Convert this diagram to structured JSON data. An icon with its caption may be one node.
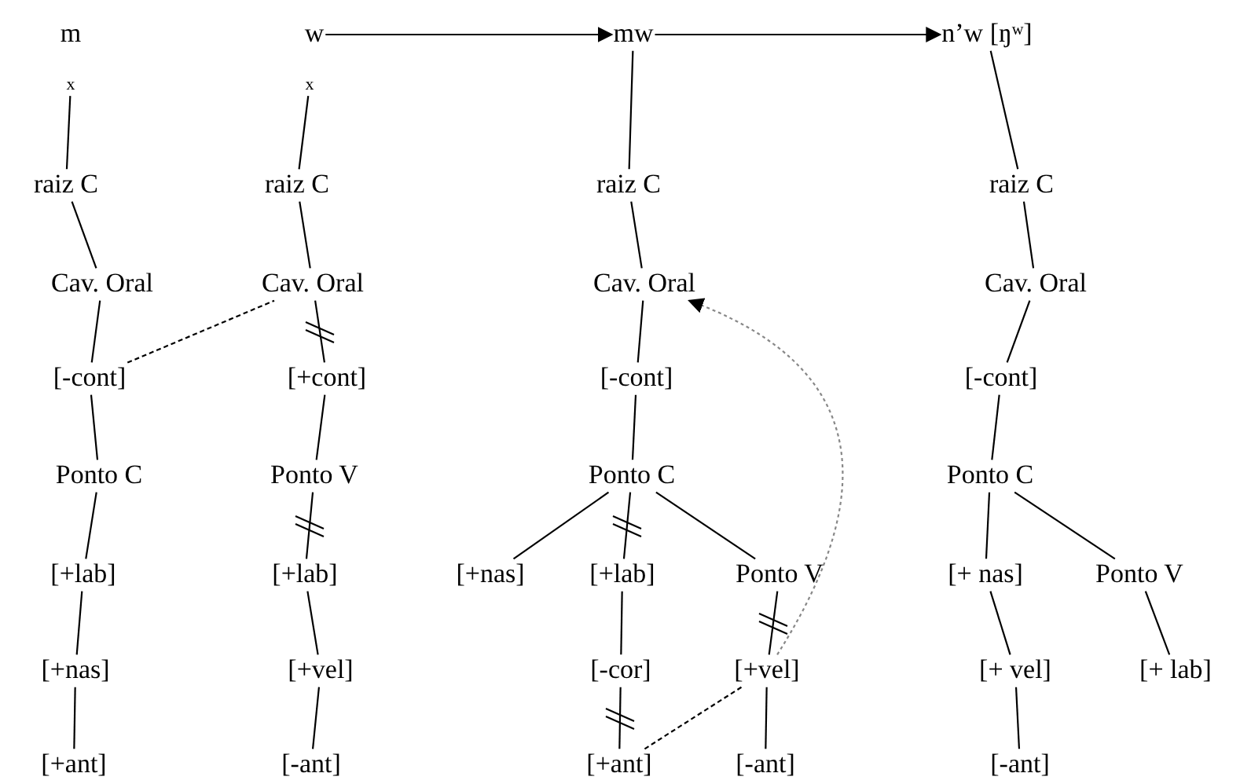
{
  "diagram": {
    "nodes": [
      {
        "text": [
          "m"
        ]
      },
      {
        "text": [
          "x"
        ]
      },
      {
        "text": [
          "raiz C"
        ]
      },
      {
        "text": [
          "Cav. Oral"
        ]
      },
      {
        "text": [
          "[-cont]"
        ]
      },
      {
        "text": [
          "Ponto C"
        ]
      },
      {
        "text": [
          "[+lab]"
        ]
      },
      {
        "text": [
          "[+nas]"
        ]
      },
      {
        "text": [
          "[+ant]"
        ]
      },
      {
        "text": [
          "w"
        ]
      },
      {
        "text": [
          "x"
        ]
      },
      {
        "text": [
          "raiz C"
        ]
      },
      {
        "text": [
          "Cav. Oral"
        ]
      },
      {
        "text": [
          "[+cont]"
        ]
      },
      {
        "text": [
          "Ponto V"
        ]
      },
      {
        "text": [
          "[+lab]"
        ]
      },
      {
        "text": [
          "[+vel]"
        ]
      },
      {
        "text": [
          "[-ant]"
        ]
      },
      {
        "text": [
          "mw"
        ]
      },
      {
        "text": [
          "raiz C"
        ]
      },
      {
        "text": [
          "Cav. Oral"
        ]
      },
      {
        "text": [
          "[-cont]"
        ]
      },
      {
        "text": [
          "Ponto C"
        ]
      },
      {
        "text": [
          "[+nas]"
        ]
      },
      {
        "text": [
          "[+lab]"
        ]
      },
      {
        "text": [
          "Ponto V"
        ]
      },
      {
        "text": [
          "[-cor]"
        ]
      },
      {
        "text": [
          "[+vel]"
        ]
      },
      {
        "text": [
          "[+ant]"
        ]
      },
      {
        "text": [
          "[-ant]"
        ]
      },
      {
        "text": [
          "n’w [ŋʷ]"
        ]
      },
      {
        "text": [
          "raiz C"
        ]
      },
      {
        "text": [
          "Cav. Oral"
        ]
      },
      {
        "text": [
          "[-cont]"
        ]
      },
      {
        "text": [
          "Ponto C"
        ]
      },
      {
        "text": [
          "[+ nas]"
        ]
      },
      {
        "text": [
          "Ponto V"
        ]
      },
      {
        "text": [
          "[+ vel]"
        ]
      },
      {
        "text": [
          "[+ lab]"
        ]
      },
      {
        "text": [
          "[-ant]"
        ]
      }
    ],
    "edges": [
      {
        "from": 1,
        "to": 2,
        "arrow": "none"
      },
      {
        "from": 2,
        "to": 3,
        "arrow": "none"
      },
      {
        "from": 3,
        "to": 4,
        "arrow": "none"
      },
      {
        "from": 4,
        "to": 5,
        "arrow": "none"
      },
      {
        "from": 5,
        "to": 6,
        "arrow": "none"
      },
      {
        "from": 6,
        "to": 7,
        "arrow": "none"
      },
      {
        "from": 7,
        "to": 8,
        "arrow": "none"
      },
      {
        "from": 4,
        "to": 12,
        "arrow": "none",
        "style": "dashed"
      },
      {
        "from": 10,
        "to": 11,
        "arrow": "none"
      },
      {
        "from": 11,
        "to": 12,
        "arrow": "none"
      },
      {
        "from": 12,
        "to": 13,
        "arrow": "none"
      },
      {
        "from": 13,
        "to": 14,
        "arrow": "none"
      },
      {
        "from": 14,
        "to": 15,
        "arrow": "none"
      },
      {
        "from": 15,
        "to": 16,
        "arrow": "none"
      },
      {
        "from": 16,
        "to": 17,
        "arrow": "none"
      },
      {
        "from": 9,
        "to": 18,
        "arrow": "to"
      },
      {
        "from": 18,
        "to": 19,
        "arrow": "none"
      },
      {
        "from": 19,
        "to": 20,
        "arrow": "none"
      },
      {
        "from": 20,
        "to": 21,
        "arrow": "none"
      },
      {
        "from": 21,
        "to": 22,
        "arrow": "none"
      },
      {
        "from": 22,
        "to": 23,
        "arrow": "none"
      },
      {
        "from": 22,
        "to": 24,
        "arrow": "none"
      },
      {
        "from": 22,
        "to": 25,
        "arrow": "none"
      },
      {
        "from": 24,
        "to": 26,
        "arrow": "none"
      },
      {
        "from": 26,
        "to": 28,
        "arrow": "none"
      },
      {
        "from": 25,
        "to": 27,
        "arrow": "none"
      },
      {
        "from": 27,
        "to": 29,
        "arrow": "none"
      },
      {
        "from": 28,
        "to": 27,
        "arrow": "none",
        "style": "dashed"
      },
      {
        "from": 27,
        "to": 20,
        "arrow": "to",
        "style": "dashed",
        "color": "#888888"
      },
      {
        "from": 18,
        "to": 30,
        "arrow": "to"
      },
      {
        "from": 30,
        "to": 31,
        "arrow": "none"
      },
      {
        "from": 31,
        "to": 32,
        "arrow": "none"
      },
      {
        "from": 32,
        "to": 33,
        "arrow": "none"
      },
      {
        "from": 33,
        "to": 34,
        "arrow": "none"
      },
      {
        "from": 34,
        "to": 35,
        "arrow": "none"
      },
      {
        "from": 34,
        "to": 36,
        "arrow": "none"
      },
      {
        "from": 35,
        "to": 37,
        "arrow": "none"
      },
      {
        "from": 36,
        "to": 38,
        "arrow": "none"
      },
      {
        "from": 37,
        "to": 39,
        "arrow": "none"
      }
    ]
  }
}
